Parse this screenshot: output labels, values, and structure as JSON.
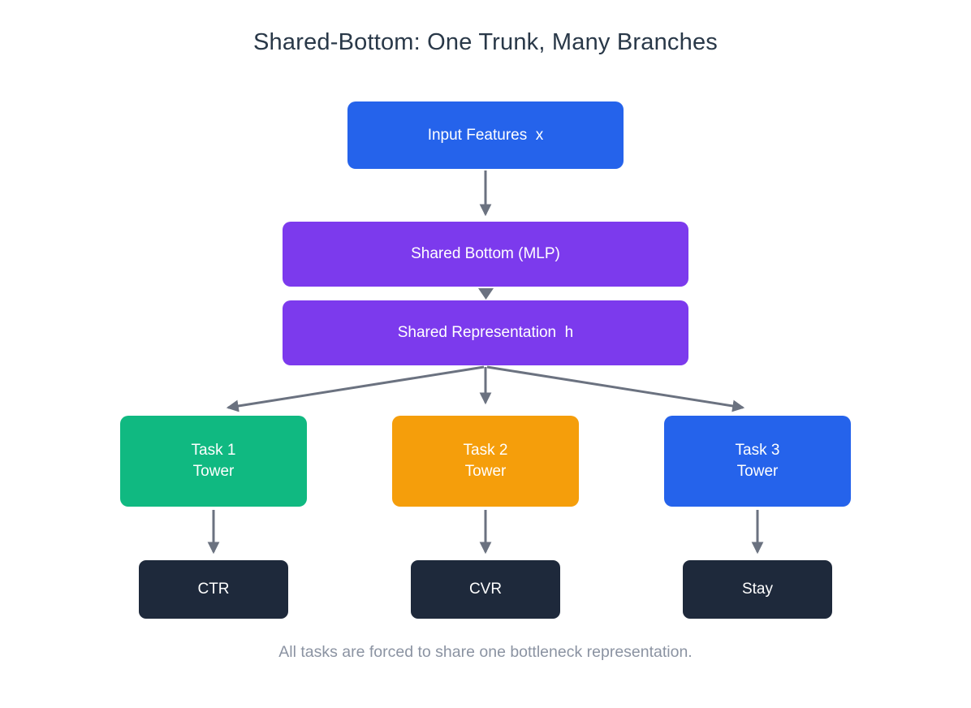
{
  "title": "Shared-Bottom: One Trunk, Many Branches",
  "caption": "All tasks are forced to share one bottleneck representation.",
  "colors": {
    "blue": "#2563eb",
    "purple": "#7c3aed",
    "green": "#10b981",
    "orange": "#f59e0b",
    "dark": "#1e293b",
    "arrow": "#6b7280",
    "title_text": "#293848",
    "caption_text": "#8b93a2"
  },
  "nodes": {
    "input": {
      "label": "Input Features  x",
      "color": "#2563eb"
    },
    "shared_bottom": {
      "label": "Shared Bottom (MLP)",
      "color": "#7c3aed"
    },
    "shared_representation": {
      "label": "Shared Representation  h",
      "color": "#7c3aed"
    }
  },
  "towers": [
    {
      "line1": "Task 1",
      "line2": "Tower",
      "color": "#10b981"
    },
    {
      "line1": "Task 2",
      "line2": "Tower",
      "color": "#f59e0b"
    },
    {
      "line1": "Task 3",
      "line2": "Tower",
      "color": "#2563eb"
    }
  ],
  "outputs": [
    {
      "label": "CTR",
      "color": "#1e293b"
    },
    {
      "label": "CVR",
      "color": "#1e293b"
    },
    {
      "label": "Stay",
      "color": "#1e293b"
    }
  ]
}
